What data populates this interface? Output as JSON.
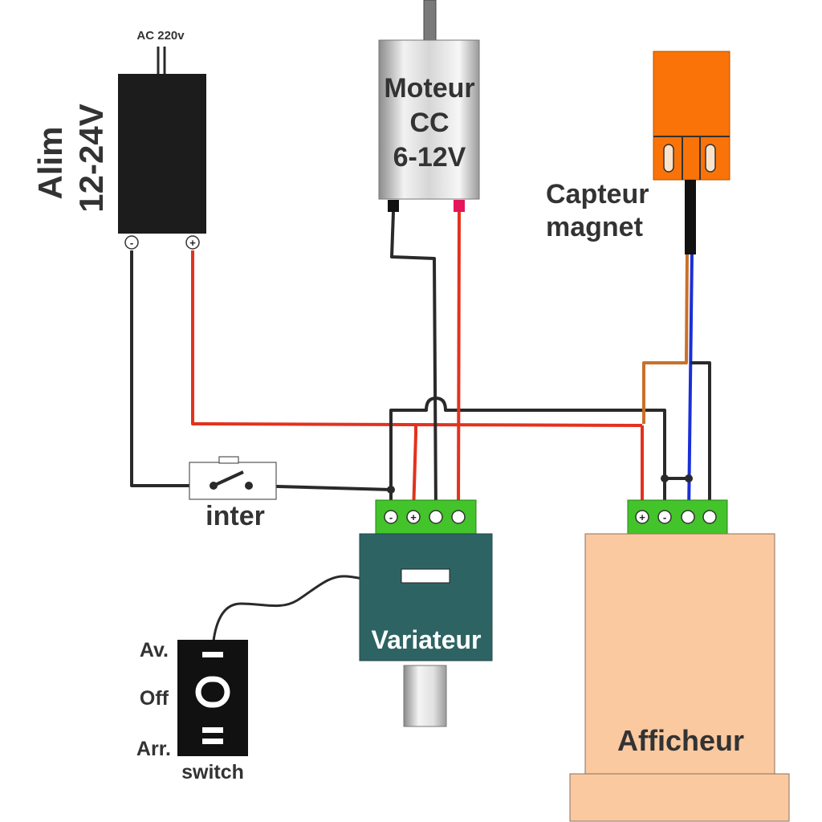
{
  "power_supply": {
    "input_label": "AC 220v",
    "label_line1": "Alim",
    "label_line2": "12-24V",
    "terminal_minus": "-",
    "terminal_plus": "+"
  },
  "motor": {
    "line1": "Moteur",
    "line2": "CC",
    "line3": "6-12V"
  },
  "sensor": {
    "line1": "Capteur",
    "line2": "magnet"
  },
  "switch_inter": {
    "label": "inter"
  },
  "variator": {
    "label": "Variateur",
    "terminals": [
      "-",
      "+",
      "",
      ""
    ]
  },
  "rocker_switch": {
    "label": "switch",
    "positions": [
      "Av.",
      "Off",
      "Arr."
    ]
  },
  "display": {
    "label": "Afficheur",
    "terminals": [
      "+",
      "-",
      "",
      ""
    ]
  },
  "colors": {
    "wire_black": "#2a2a2a",
    "wire_red": "#e2321e",
    "wire_brown": "#c8702a",
    "wire_blue": "#1a2fd8",
    "terminal_block": "#43c42a",
    "variator_body": "#2e6363",
    "sensor_body": "#f97308",
    "display_body": "#fbc99f",
    "power_body": "#1c1c1c"
  }
}
